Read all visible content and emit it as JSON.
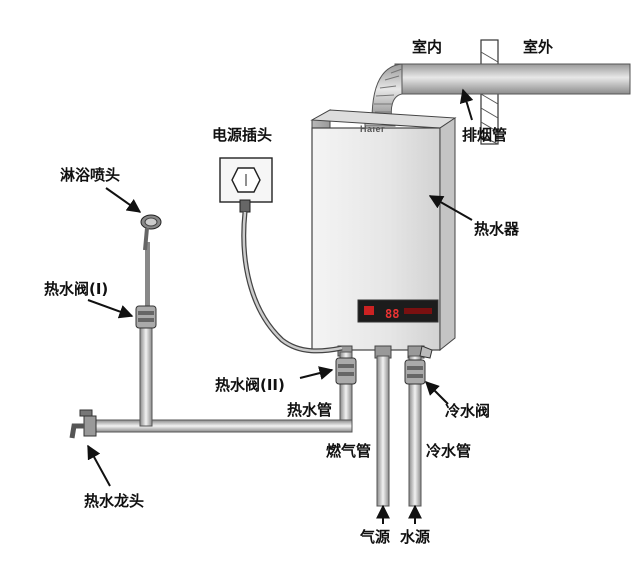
{
  "labels": {
    "indoor": "室内",
    "outdoor": "室外",
    "exhaust_pipe": "排烟管",
    "power_plug": "电源插头",
    "shower_head": "淋浴喷头",
    "water_heater": "热水器",
    "hot_valve_1": "热水阀(I)",
    "hot_valve_2": "热水阀(II)",
    "hot_pipe": "热水管",
    "cold_valve": "冷水阀",
    "gas_pipe": "燃气管",
    "cold_pipe": "冷水管",
    "hot_tap": "热水龙头",
    "gas_source": "气源",
    "water_source": "水源"
  },
  "device": {
    "brand": "Haier"
  }
}
